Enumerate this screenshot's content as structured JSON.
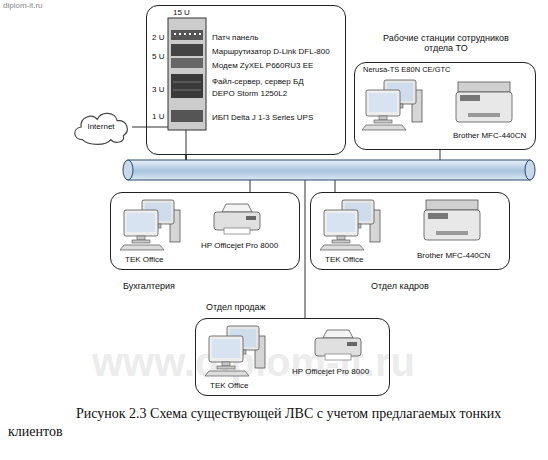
{
  "diagram": {
    "caption": "Рисунок 2.3 Схема существующей ЛВС с учетом предлагаемых тонких клиентов",
    "nodes": [
      {
        "text": [
          "15 U",
          "2 U",
          "Патч панель",
          "5 U",
          "Маршрутизатор D-Link DFL-800",
          "Модем ZyXEL P660RU3 EE",
          "3 U",
          "Файл-сервер, сервер БД",
          "DEPO Storm 1250L2",
          "1 U",
          "ИБП Delta J 1-3 Series UPS"
        ]
      },
      {
        "text": [
          "Internet"
        ]
      },
      {
        "text": [
          "Рабочие станции сотрудников отдела ТО",
          "Nerusa-TS E80N CE/GTC",
          "Brother MFC-440CN"
        ]
      },
      {
        "text": [
          "TEK Office",
          "HP Officejet Pro 8000",
          "Бухгалтерия"
        ]
      },
      {
        "text": [
          "TEK Office",
          "Brother MFC-440CN",
          "Отдел кадров"
        ]
      },
      {
        "text": [
          "Отдел продаж",
          "TEK Office",
          "HP Officejet Pro 8000"
        ]
      }
    ],
    "edges": [
      {
        "from": 1,
        "to": 0,
        "arrow": "none"
      },
      {
        "from": 0,
        "to": 2,
        "arrow": "none"
      },
      {
        "from": 0,
        "to": 3,
        "arrow": "none"
      },
      {
        "from": 0,
        "to": 4,
        "arrow": "none"
      },
      {
        "from": 0,
        "to": 5,
        "arrow": "none"
      }
    ],
    "labels": [
      "diplom-it.ru",
      "www.diplom-it.ru"
    ]
  }
}
